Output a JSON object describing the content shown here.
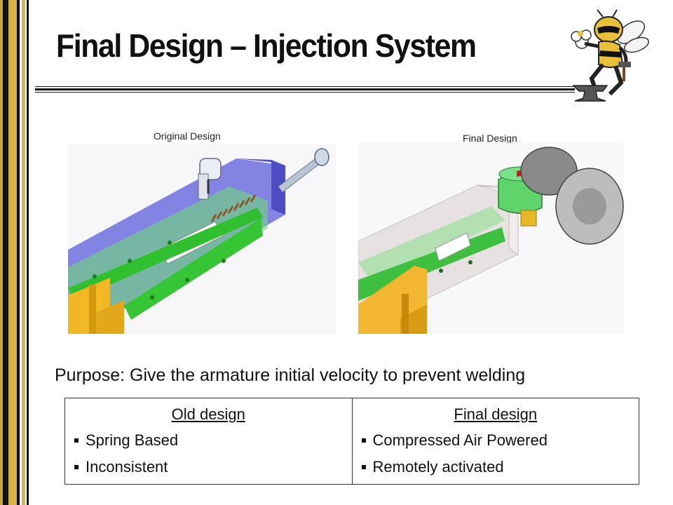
{
  "slide": {
    "title": "Final Design – Injection System",
    "mascot": "yellow-jacket-mascot-icon",
    "stripe_colors": [
      "#d4b03a",
      "#111111",
      "#d4b03a",
      "#111111",
      "#d4b03a"
    ]
  },
  "images": {
    "original_caption": "Original Design",
    "final_caption": "Final Design"
  },
  "purpose_text": "Purpose: Give the armature initial velocity to prevent welding",
  "table": {
    "left": {
      "heading": "Old design",
      "bullets": [
        "Spring Based",
        "Inconsistent"
      ]
    },
    "right": {
      "heading": "Final design",
      "bullets": [
        "Compressed Air Powered",
        "Remotely activated"
      ]
    }
  }
}
